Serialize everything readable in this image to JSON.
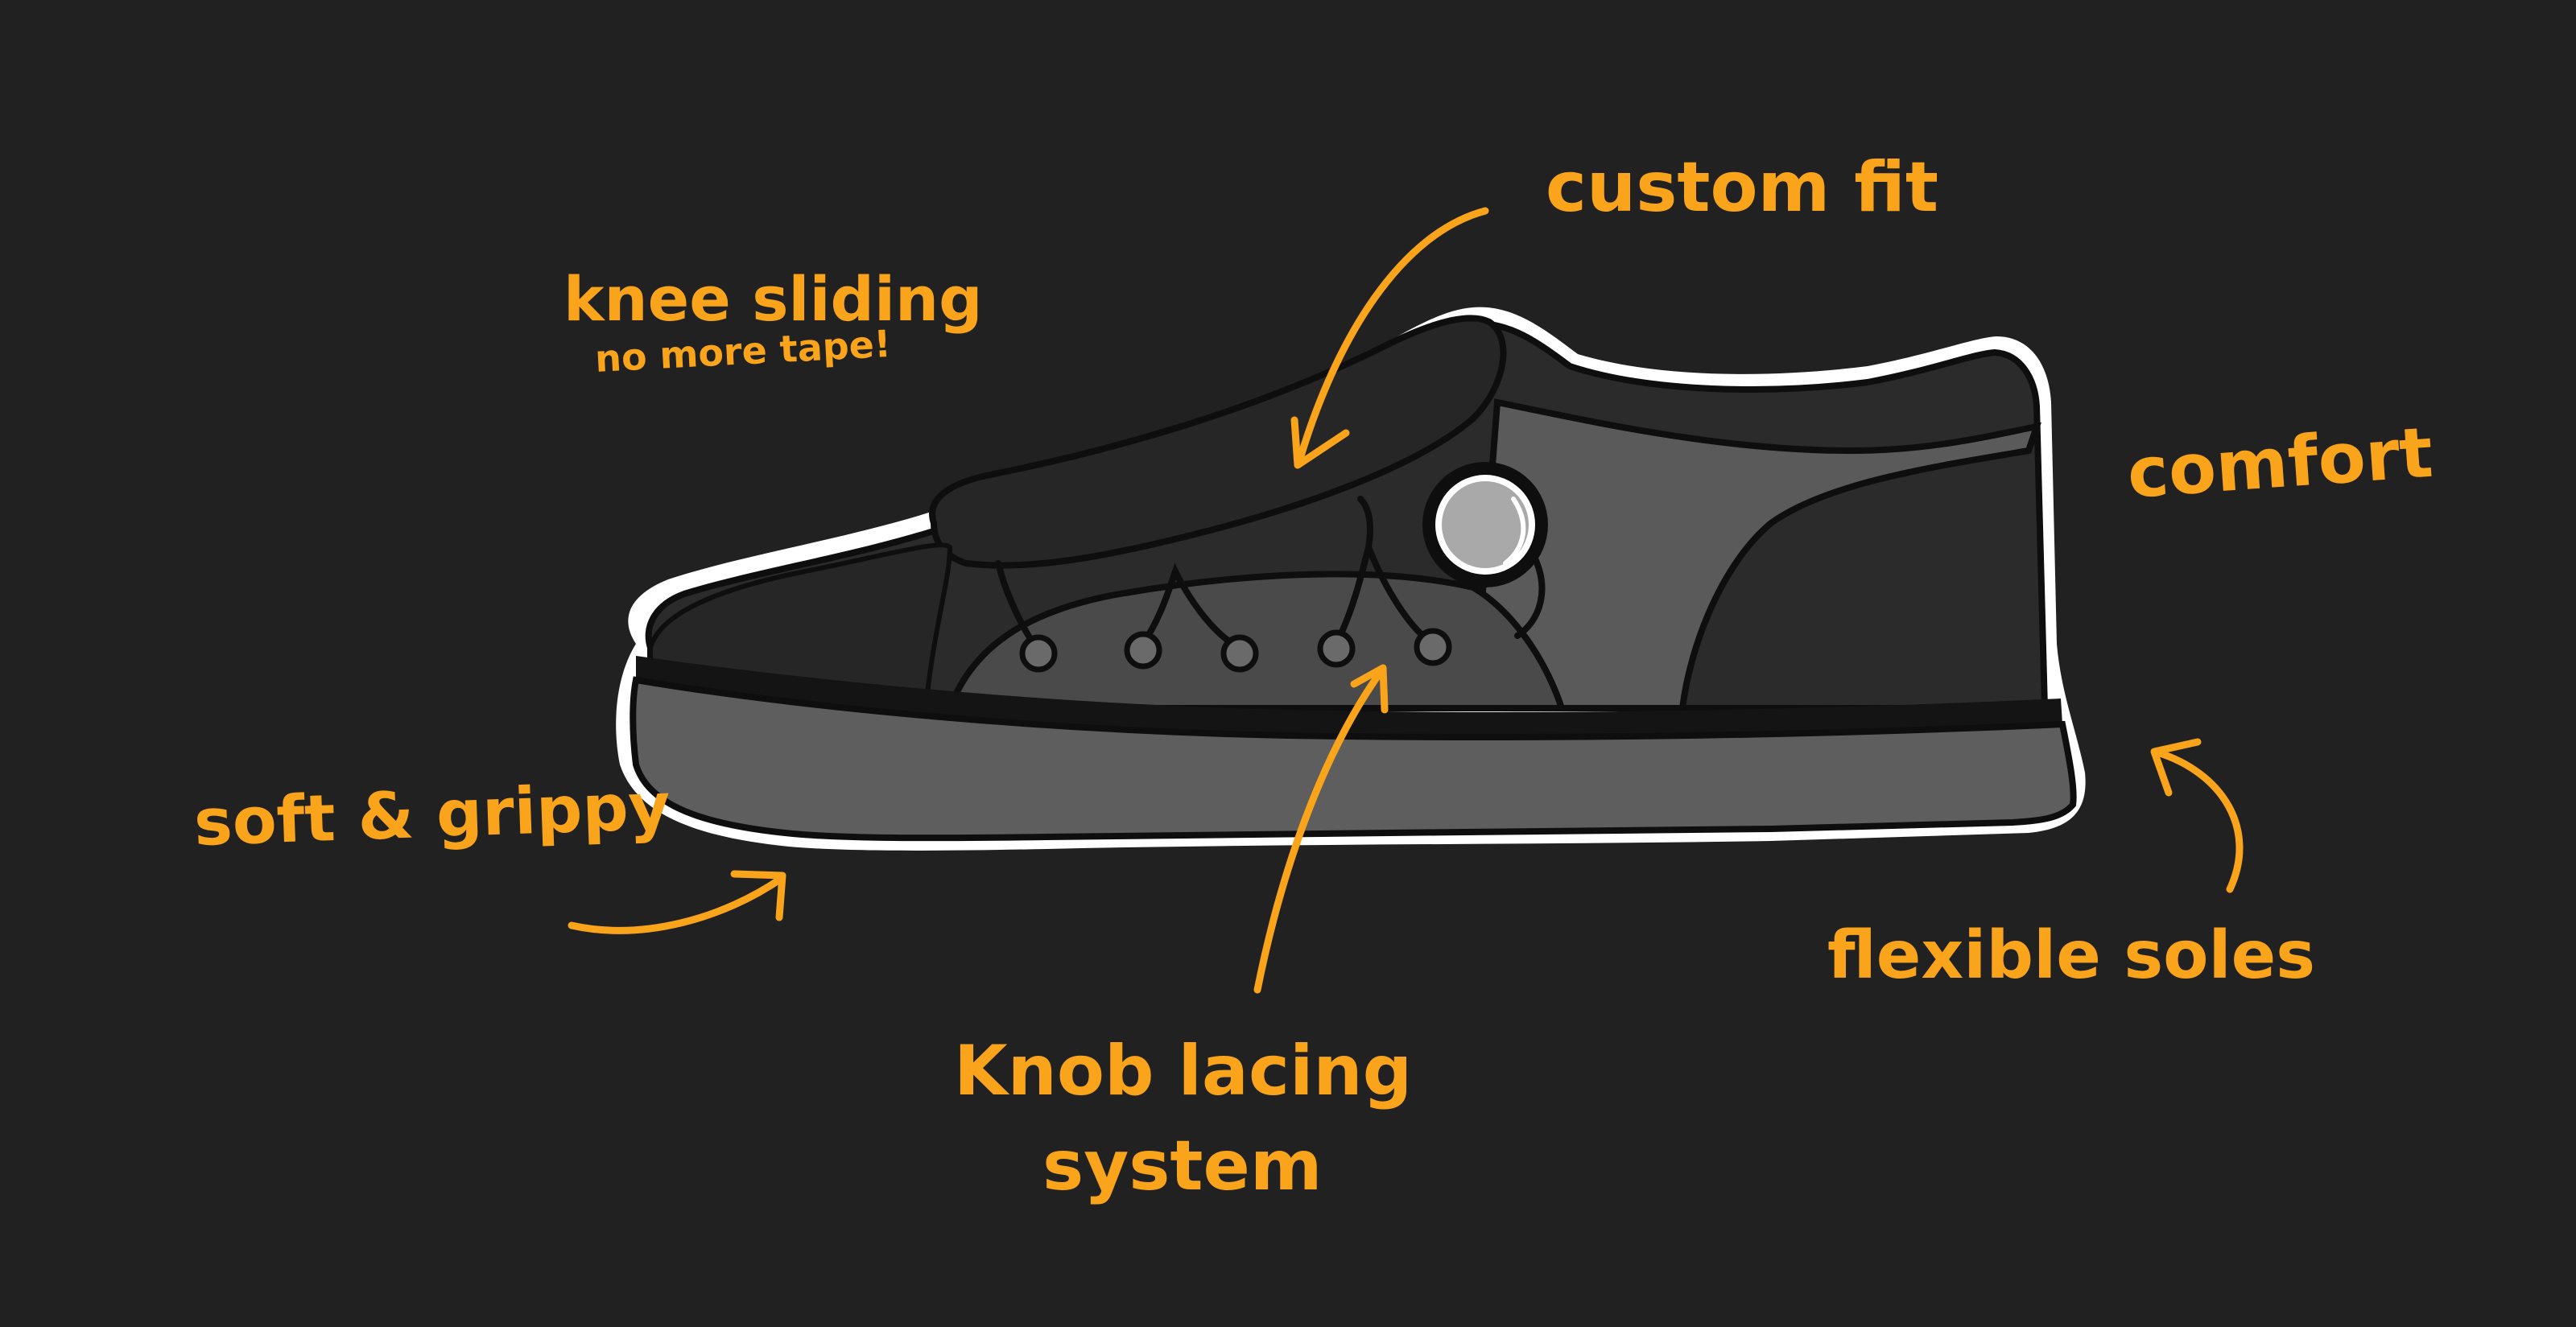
{
  "accent_color": "#F9A41B",
  "background_color": "#212121",
  "annotations": {
    "custom_fit": "custom fit",
    "knee_sliding": "knee sliding",
    "knee_sliding_note": "no more tape!",
    "comfort": "comfort",
    "soft_grippy": "soft & grippy",
    "flexible_soles": "flexible soles",
    "knob_lacing_line1": "Knob lacing",
    "knob_lacing_line2": "system"
  }
}
